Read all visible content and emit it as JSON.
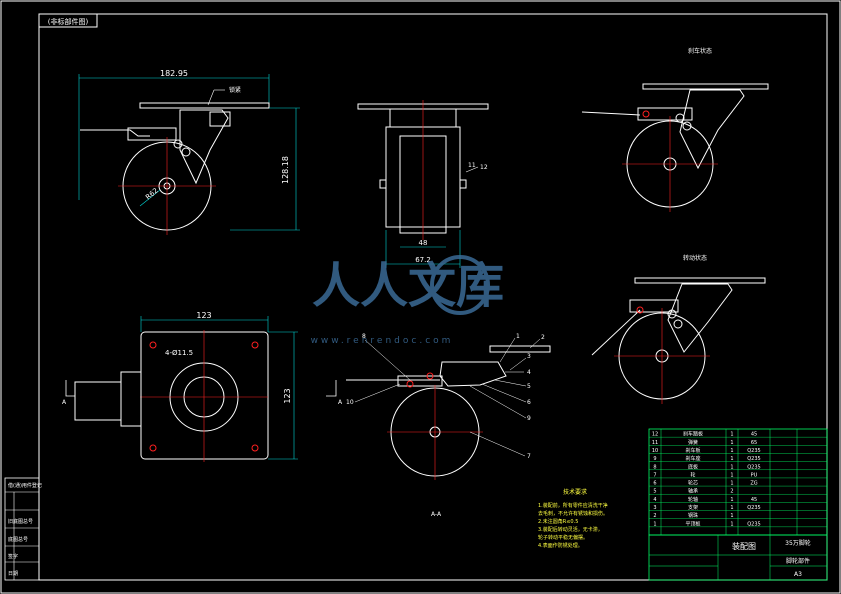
{
  "drawing": {
    "corner_tag": "(非标部件图)",
    "views": {
      "top_left": {
        "dim_width": "182.95",
        "dim_height": "128.18",
        "dim_radius": "R62",
        "note": "锁紧"
      },
      "front": {
        "dim_inner": "48",
        "dim_outer": "67.2",
        "label_11": "11",
        "label_12": "12"
      },
      "top_right_caption": "刹车状态",
      "mid_right_caption": "转动状态",
      "plan": {
        "dim_width": "123",
        "dim_height": "123",
        "dim_hole": "4-Ø11.5",
        "section_mark": "A"
      },
      "section_label": "A-A"
    },
    "balloons": [
      "1",
      "2",
      "3",
      "4",
      "5",
      "6",
      "7",
      "8",
      "9",
      "10"
    ],
    "tech_req": {
      "title": "技术要求",
      "lines": [
        "1.装配前，所有零件应清洗干净",
        "  去毛刺，不允许有锈蚀和损伤。",
        "2.未注圆角R≤0.5",
        "3.装配后转动灵活，无卡滞，",
        "  轮子转动平稳无偏摆。",
        "4.表面作防锈处理。"
      ]
    },
    "left_stamp": [
      "借(通)用件登记",
      "旧底图总号",
      "底图总号",
      "签字",
      "日期"
    ],
    "title_block": {
      "drawing_name": "装配图",
      "part_title": "35万脚轮",
      "project": "脚轮部件",
      "sheet": "A3",
      "parts": [
        {
          "no": "12",
          "name": "刹车踏板",
          "qty": "1",
          "mat": "45"
        },
        {
          "no": "11",
          "name": "弹簧",
          "qty": "1",
          "mat": "65"
        },
        {
          "no": "10",
          "name": "刹车板",
          "qty": "1",
          "mat": "Q235"
        },
        {
          "no": "9",
          "name": "刹车座",
          "qty": "1",
          "mat": "Q235"
        },
        {
          "no": "8",
          "name": "底板",
          "qty": "1",
          "mat": "Q235"
        },
        {
          "no": "7",
          "name": "轮",
          "qty": "1",
          "mat": "PU"
        },
        {
          "no": "6",
          "name": "轮芯",
          "qty": "1",
          "mat": "ZG"
        },
        {
          "no": "5",
          "name": "轴承",
          "qty": "2",
          "mat": ""
        },
        {
          "no": "4",
          "name": "轮轴",
          "qty": "1",
          "mat": "45"
        },
        {
          "no": "3",
          "name": "支架",
          "qty": "1",
          "mat": "Q235"
        },
        {
          "no": "2",
          "name": "钢珠",
          "qty": "1",
          "mat": ""
        },
        {
          "no": "1",
          "name": "平顶板",
          "qty": "1",
          "mat": "Q235"
        }
      ]
    },
    "watermark": {
      "text": "人人文库",
      "url": "www.renrendoc.com"
    }
  },
  "colors": {
    "background": "#000000",
    "frame": "#ffffff",
    "outline": "#ffffff",
    "center": "#ff2020",
    "dim": "#00d8d8",
    "table": "#00ff66",
    "text_yellow": "#ffff40",
    "watermark": "#3a6a96"
  }
}
